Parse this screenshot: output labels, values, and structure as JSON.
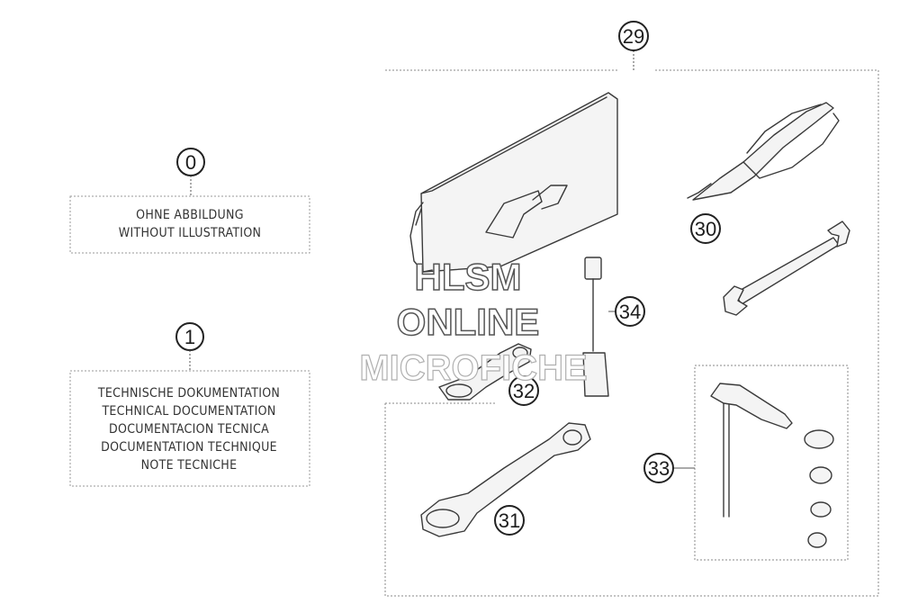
{
  "callouts": {
    "c0": "0",
    "c1": "1",
    "c29": "29",
    "c30": "30",
    "c31": "31",
    "c32": "32",
    "c33": "33",
    "c34": "34"
  },
  "boxes": {
    "without_illustration": [
      "OHNE ABBILDUNG",
      "WITHOUT ILLUSTRATION"
    ],
    "technical_documentation": [
      "TECHNISCHE DOKUMENTATION",
      "TECHNICAL DOCUMENTATION",
      "DOCUMENTACION TECNICA",
      "DOCUMENTATION TECHNIQUE",
      "NOTE TECNICHE"
    ]
  },
  "watermark": {
    "line1": "HLSM",
    "line2": "ONLINE",
    "line3": "MICROFICHE"
  },
  "colors": {
    "line": "#3a3a3a",
    "frame": "#8a8a8a",
    "watermark": "#666666",
    "watermark_light": "#b0b0b0"
  }
}
